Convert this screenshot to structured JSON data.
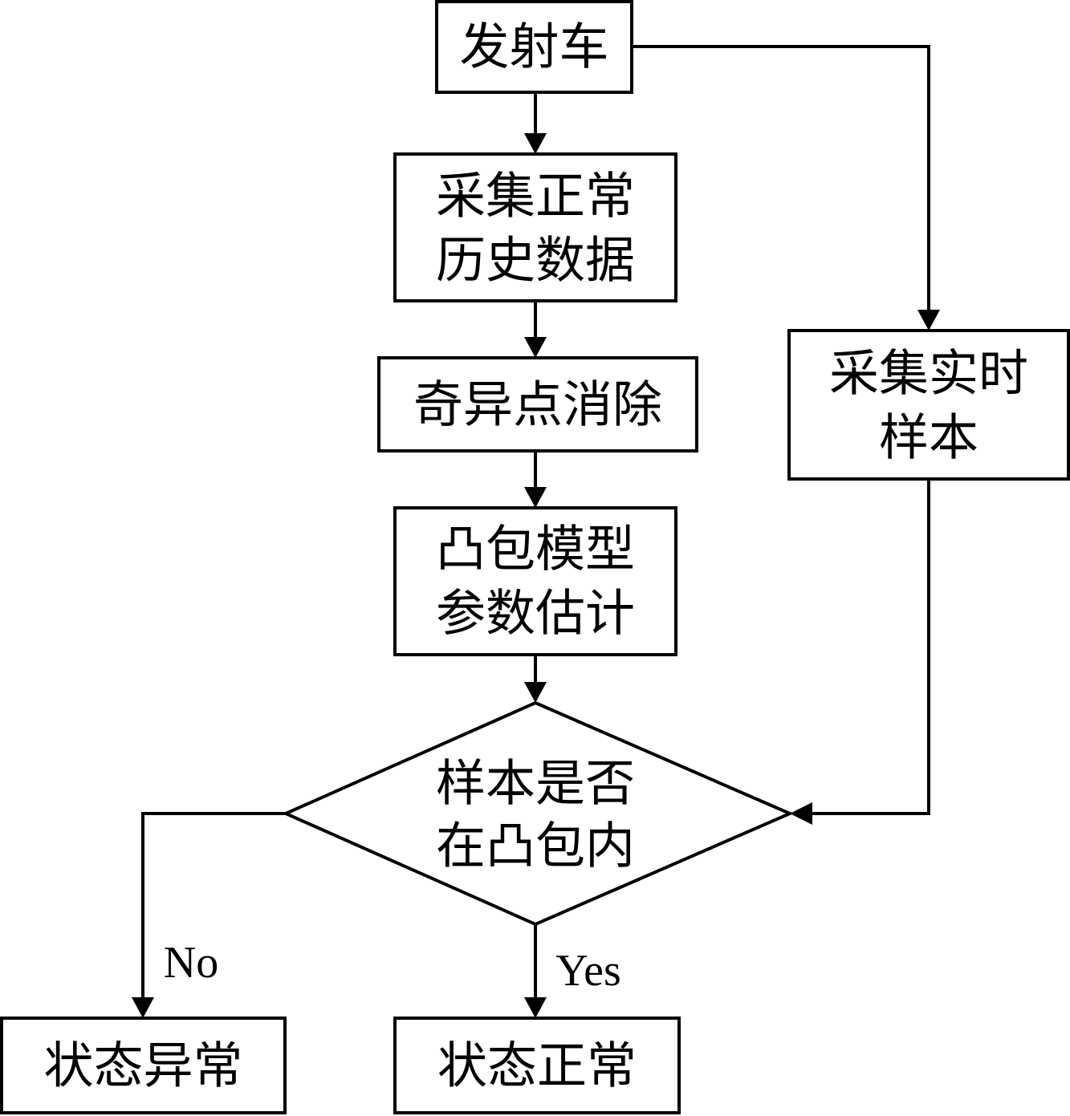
{
  "nodes": {
    "launcher": {
      "lines": [
        "发射车"
      ]
    },
    "collect_history": {
      "lines": [
        "采集正常",
        "历史数据"
      ]
    },
    "outlier_removal": {
      "lines": [
        "奇异点消除"
      ]
    },
    "hull_estimation": {
      "lines": [
        "凸包模型",
        "参数估计"
      ]
    },
    "decision": {
      "lines": [
        "样本是否",
        "在凸包内"
      ]
    },
    "collect_realtime": {
      "lines": [
        "采集实时",
        "样本"
      ]
    },
    "abnormal": {
      "lines": [
        "状态异常"
      ]
    },
    "normal": {
      "lines": [
        "状态正常"
      ]
    }
  },
  "edges": {
    "no_label": "No",
    "yes_label": "Yes"
  }
}
